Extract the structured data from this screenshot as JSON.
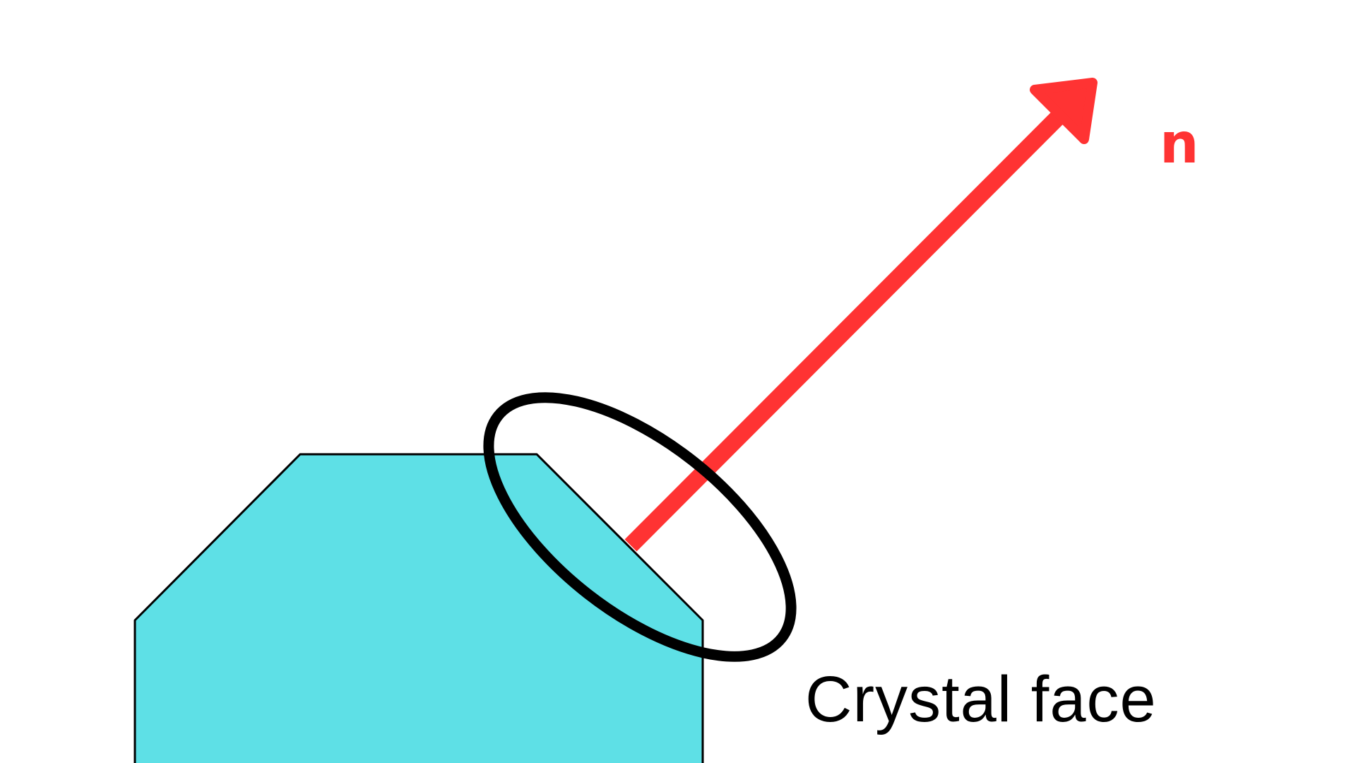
{
  "diagram": {
    "normal_vector_label": "n",
    "crystal_face_label": "Crystal face"
  },
  "colors": {
    "background": "#ffffff",
    "crystal_fill": "#5ee0e6",
    "crystal_outline": "#000000",
    "normal_vector": "#ff3333",
    "face_highlight_ring": "#000000",
    "label_text": "#000000"
  },
  "icons": {
    "normal_arrow": "arrow-icon",
    "face_highlight": "ellipse-outline"
  }
}
